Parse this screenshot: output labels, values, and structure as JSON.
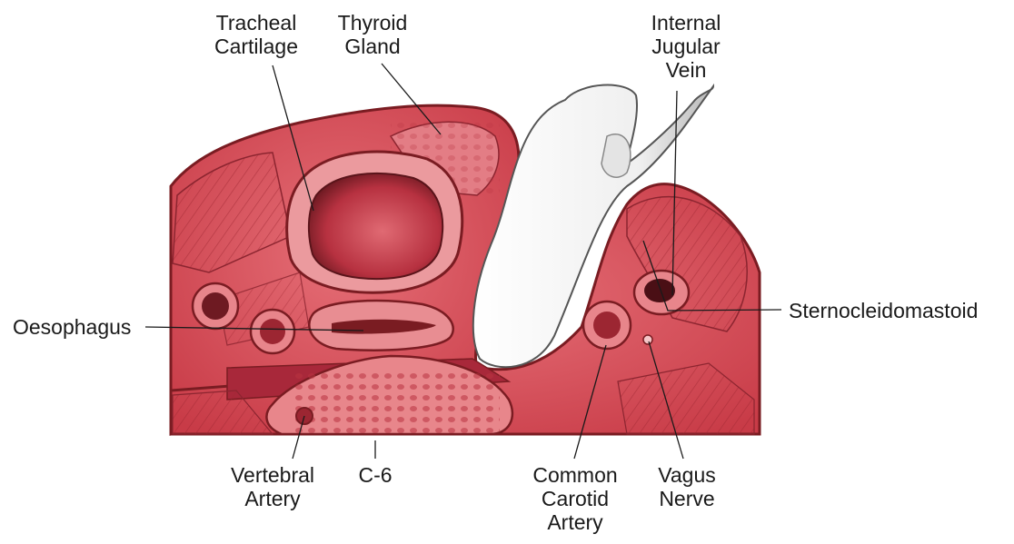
{
  "labels": {
    "tracheal_cartilage": [
      "Tracheal",
      "Cartilage"
    ],
    "thyroid_gland": [
      "Thyroid",
      "Gland"
    ],
    "internal_jugular_vein": [
      "Internal",
      "Jugular",
      "Vein"
    ],
    "oesophagus": [
      "Oesophagus"
    ],
    "sternocleidomastoid": [
      "Sternocleidomastoid"
    ],
    "vertebral_artery": [
      "Vertebral",
      "Artery"
    ],
    "c6": [
      "C-6"
    ],
    "common_carotid_artery": [
      "Common",
      "Carotid",
      "Artery"
    ],
    "vagus_nerve": [
      "Vagus",
      "Nerve"
    ]
  },
  "colors": {
    "tissue": "#d64a55",
    "tissue_light": "#e98a8e",
    "tissue_dark": "#b02c38",
    "outline": "#7a1c22",
    "finger": "#f2f2f2",
    "leader": "#1a1a1a"
  }
}
